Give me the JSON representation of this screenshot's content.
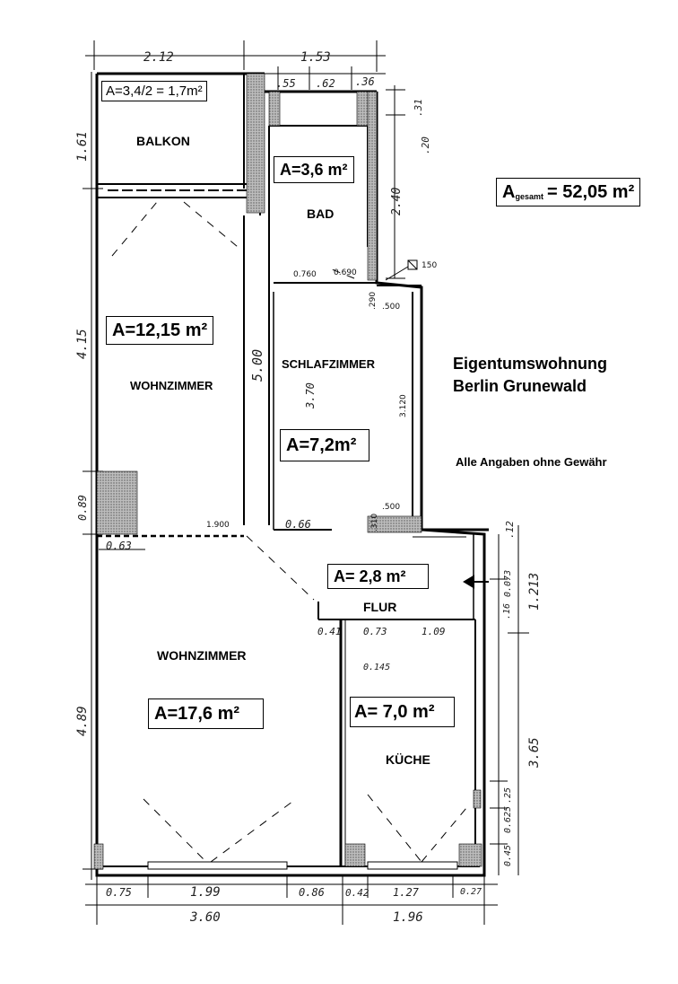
{
  "rooms": {
    "balkon": "BALKON",
    "bad": "BAD",
    "wohnzimmer_top": "WOHNZIMMER",
    "schlafzimmer": "SCHLAFZIMMER",
    "flur": "FLUR",
    "wohnzimmer_bottom": "WOHNZIMMER",
    "kueche": "KÜCHE"
  },
  "areas": {
    "balkon": "A=3,4/2 = 1,7m²",
    "bad": "A=3,6 m²",
    "wohnzimmer_top": "A=12,15 m²",
    "schlafzimmer": "A=7,2m²",
    "flur": "A= 2,8 m²",
    "wohnzimmer_bottom": "A=17,6 m²",
    "kueche": "A= 7,0 m²"
  },
  "total_area": {
    "prefix": "A",
    "subscript": "gesamt",
    "value": "= 52,05 m²"
  },
  "title": {
    "line1": "Eigentumswohnung",
    "line2": "Berlin Grunewald"
  },
  "disclaimer": "Alle Angaben ohne Gewähr",
  "dimensions": {
    "top_212": "2.12",
    "top_153": "1.53",
    "top_55": ".55",
    "top_62": ".62",
    "top_36": ".36",
    "right_31": ".31",
    "right_20": ".20",
    "right_240": "2.40",
    "right_150": "150",
    "left_161": "1.61",
    "left_415": "4.15",
    "left_089": "0.89",
    "left_063": "0.63",
    "left_489": "4.89",
    "mid_500": "5.00",
    "mid_1900": "1.900",
    "mid_066": "0.66",
    "mid_370": "3.70",
    "bad_0760": "0.760",
    "bad_0690": "0.690",
    "s_290": ".290",
    "s_500a": ".500",
    "s_500b": ".500",
    "s_310": ".310",
    "s_3120": "3.120",
    "flur_041": "0.41",
    "flur_073": "0.73",
    "flur_109": "1.09",
    "flur_0145": "0.145",
    "r_12": ".12",
    "r_073": "0.073",
    "r_16": ".16",
    "r_1213": "1.213",
    "r_365": "3.65",
    "r_25": ".25",
    "r_0625": "0.625",
    "r_045": "0.45",
    "bot_075": "0.75",
    "bot_199": "1.99",
    "bot_086": "0.86",
    "bot_042": "0.42",
    "bot_127": "1.27",
    "bot_027": "0.27",
    "bot_360": "3.60",
    "bot_196": "1.96"
  }
}
